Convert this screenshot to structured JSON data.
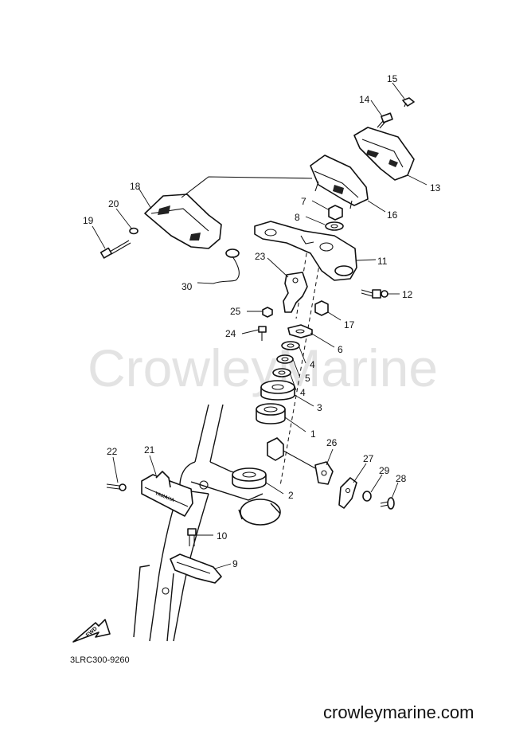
{
  "watermark": "CrowleyMarine",
  "site_url": "crowleymarine.com",
  "diagram_code": "3LRC300-9260",
  "fwd_label": "FWD",
  "yamaha_label": "YAMAHA",
  "callouts": {
    "p1": "1",
    "p2": "2",
    "p3": "3",
    "p4a": "4",
    "p4b": "4",
    "p5": "5",
    "p6": "6",
    "p7": "7",
    "p8": "8",
    "p9": "9",
    "p10": "10",
    "p11": "11",
    "p12": "12",
    "p13": "13",
    "p14": "14",
    "p15": "15",
    "p16": "16",
    "p17": "17",
    "p18": "18",
    "p19": "19",
    "p20": "20",
    "p21": "21",
    "p22": "22",
    "p23": "23",
    "p24": "24",
    "p25": "25",
    "p26": "26",
    "p27": "27",
    "p28": "28",
    "p29": "29",
    "p30": "30"
  }
}
